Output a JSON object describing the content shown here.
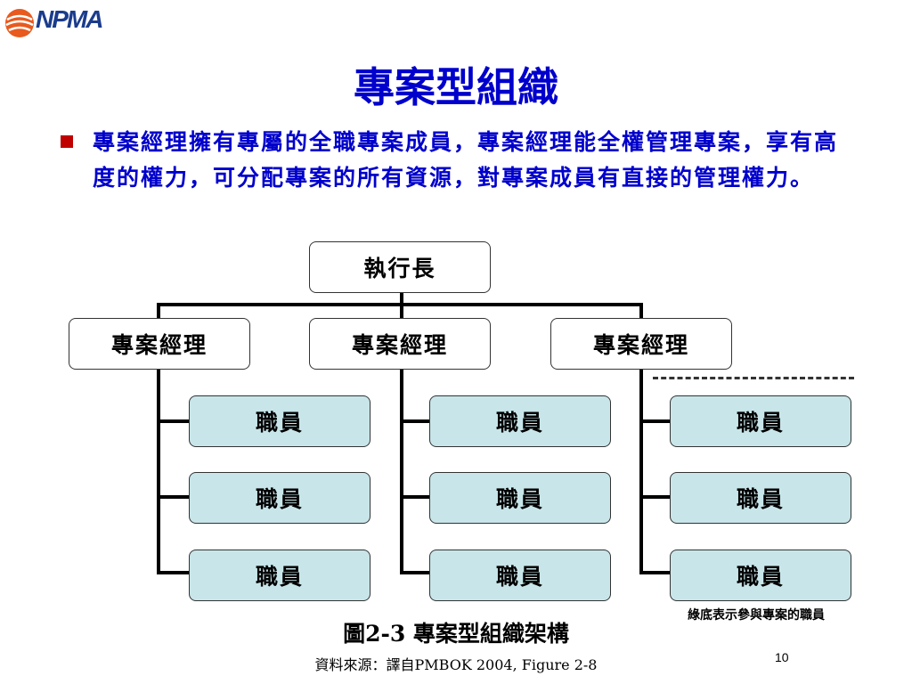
{
  "logo": {
    "text": "NPMA"
  },
  "title": "專案型組織",
  "bullet_text": "專案經理擁有專屬的全職專案成員，專案經理能全權管理專案，享有高度的權力，可分配專案的所有資源，對專案成員有直接的管理權力。",
  "org_chart": {
    "top": "執行長",
    "managers": [
      {
        "label": "專案經理",
        "staff": [
          "職員",
          "職員",
          "職員"
        ]
      },
      {
        "label": "專案經理",
        "staff": [
          "職員",
          "職員",
          "職員"
        ]
      },
      {
        "label": "專案經理",
        "staff": [
          "職員",
          "職員",
          "職員"
        ]
      }
    ]
  },
  "note": "綠底表示參與專案的職員",
  "caption": "圖2-3 專案型組織架構",
  "source": "資料來源：譯自PMBOK 2004, Figure 2-8",
  "page_number": "10",
  "colors": {
    "title": "#0000cc",
    "bullet": "#c00000",
    "staff_box": "#c8e6ea"
  }
}
